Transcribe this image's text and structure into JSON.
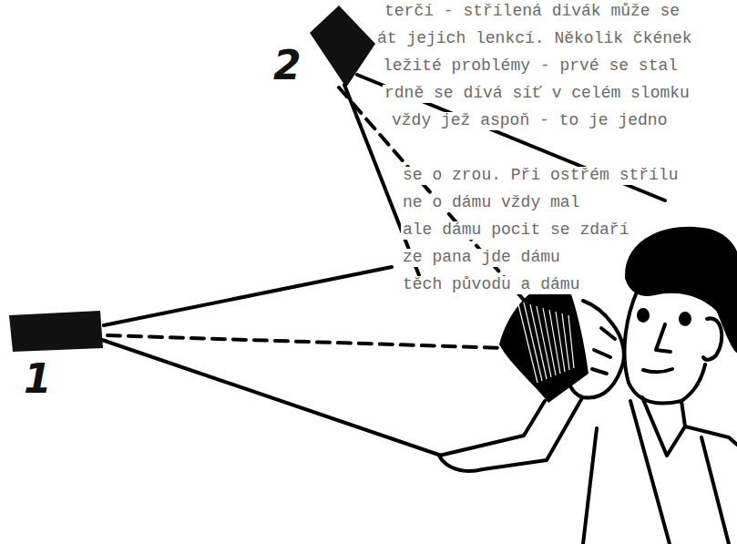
{
  "diagram": {
    "labels": [
      "1",
      "2",
      "terčí - střílená divák může se",
      "át jejich lenkcí. Několik čkének",
      "ležité problémy - prvé se stal",
      "rdně se dívá síť v celém slomku",
      "vždy jež aspoň - to je jedno",
      "se o zrou. Při ostřém střílu",
      "ne o dámu vždy mal",
      "ale dámu pocit se zdaří",
      "ze pana jde dámu",
      "těch původu a dámu"
    ]
  }
}
